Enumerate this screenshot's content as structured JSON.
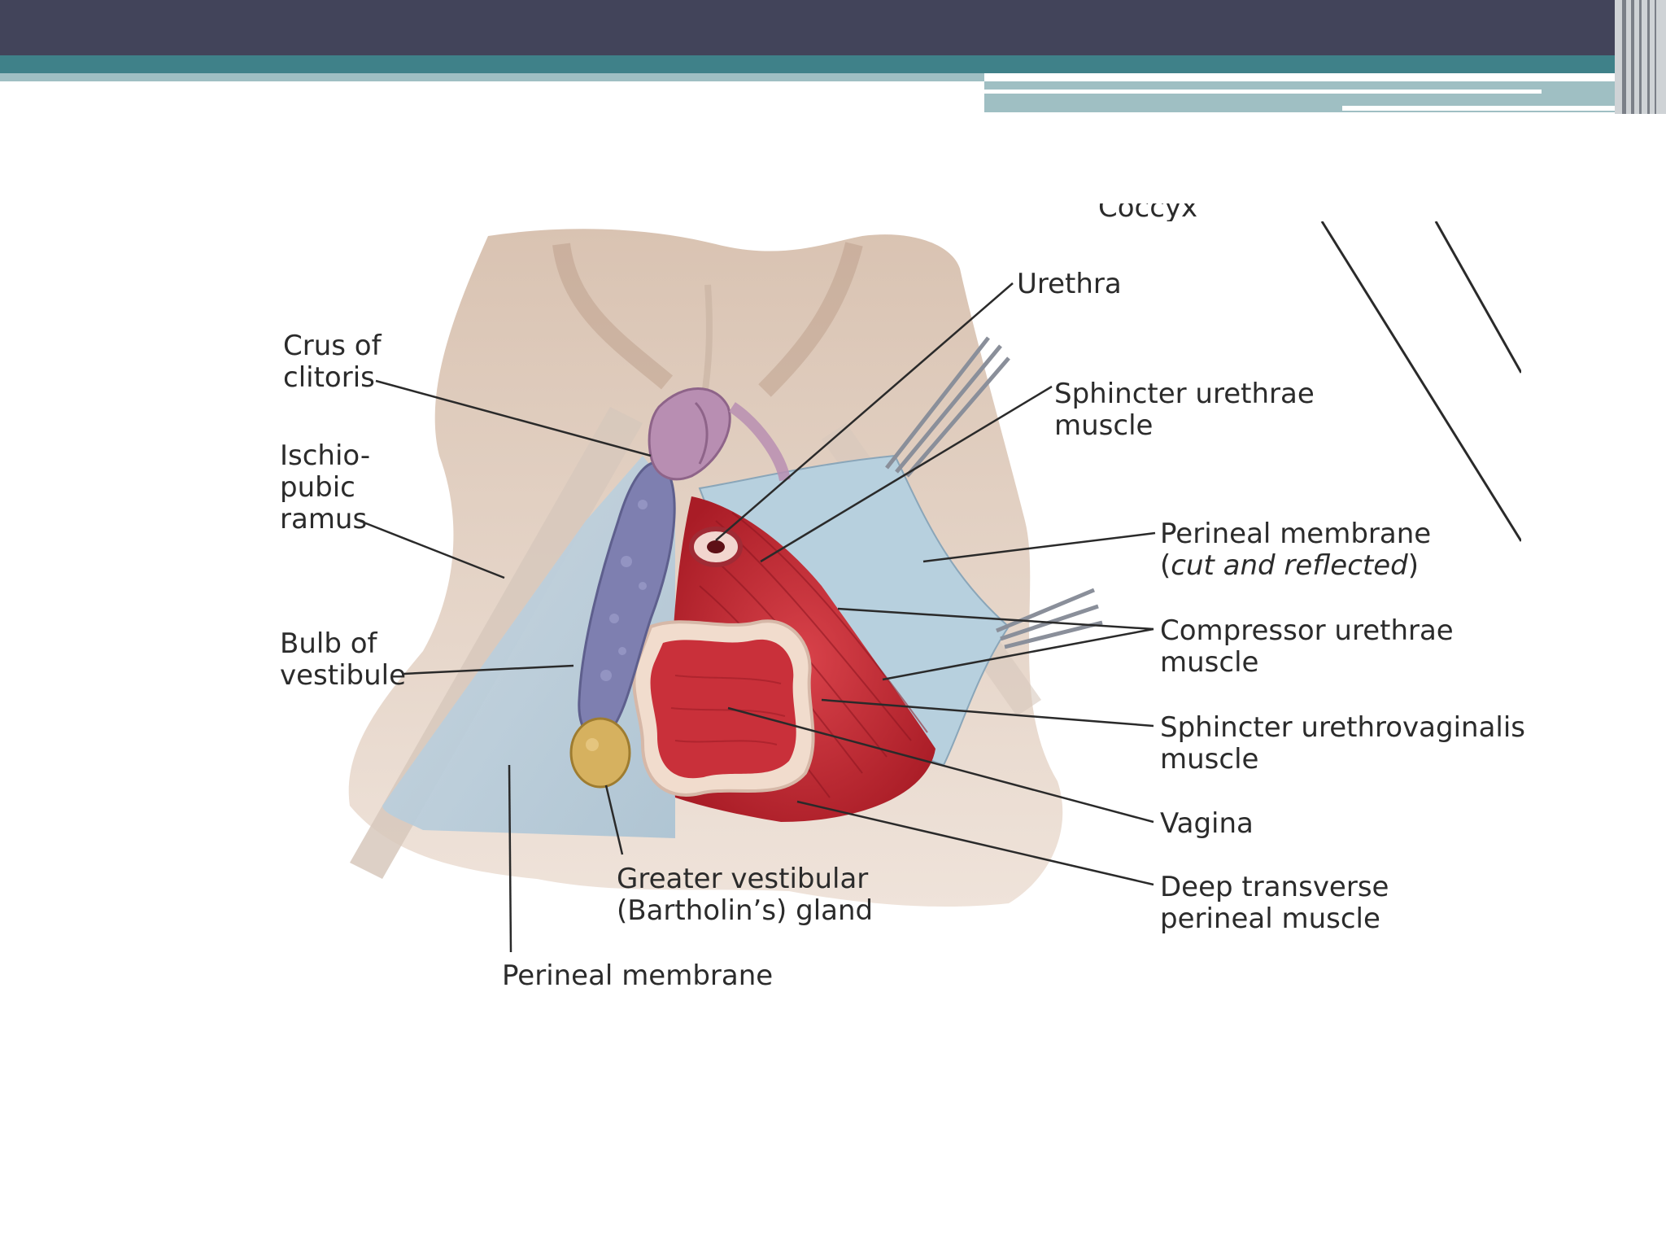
{
  "slide": {
    "colors": {
      "header_dark": "#42445a",
      "header_teal": "#3f8189",
      "header_light": "#9fbfc3"
    }
  },
  "figure": {
    "labels": {
      "coccyx_partial": "Coccyx",
      "urethra": "Urethra",
      "crus_of_clitoris": [
        "Crus of",
        "clitoris"
      ],
      "sphincter_urethrae": [
        "Sphincter urethrae",
        "muscle"
      ],
      "ischiopubic_ramus": [
        "Ischio-",
        "pubic",
        "ramus"
      ],
      "perineal_membrane_cut": [
        "Perineal membrane",
        "(",
        "cut and reflected",
        ")"
      ],
      "bulb_of_vestibule": [
        "Bulb of",
        "vestibule"
      ],
      "compressor_urethrae": [
        "Compressor urethrae",
        "muscle"
      ],
      "sphincter_urethrovaginalis": [
        "Sphincter urethrovaginalis",
        "muscle"
      ],
      "vagina": "Vagina",
      "greater_vestibular_gland": [
        "Greater vestibular",
        "(Bartholin’s) gland"
      ],
      "deep_transverse_perineal": [
        "Deep transverse",
        "perineal muscle"
      ],
      "perineal_membrane": "Perineal membrane"
    }
  }
}
